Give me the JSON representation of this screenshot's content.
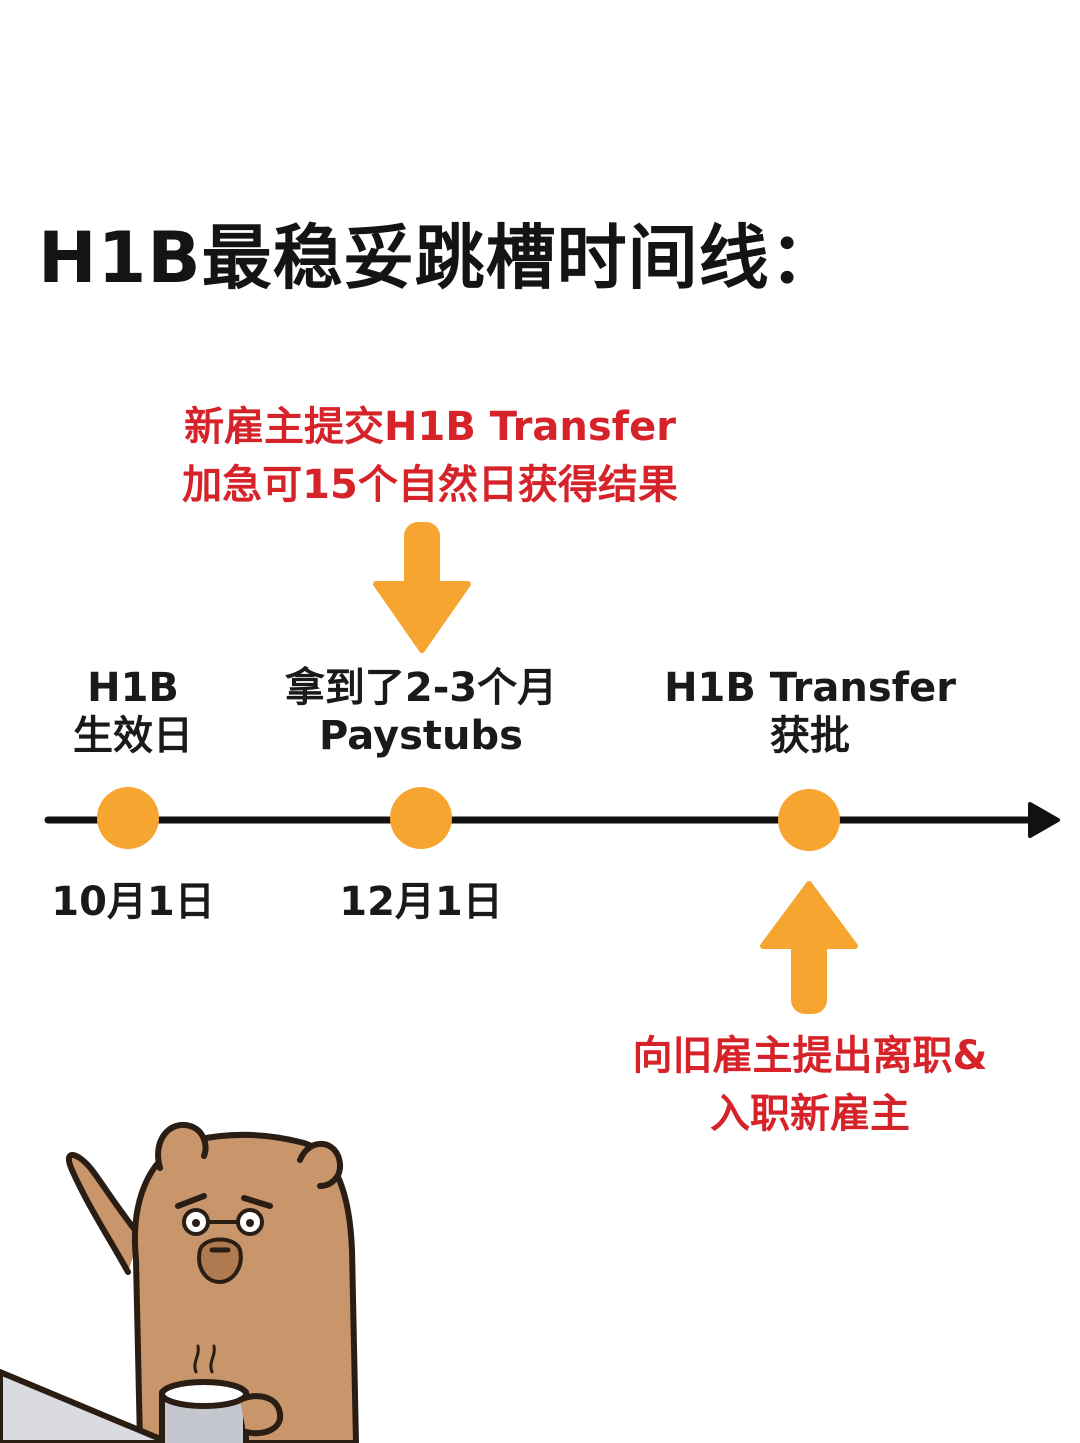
{
  "title": "H1B最稳妥跳槽时间线：",
  "top_note": {
    "line1": "新雇主提交H1B Transfer",
    "line2": "加急可15个自然日获得结果"
  },
  "bottom_note": {
    "line1": "向旧雇主提出离职&",
    "line2": "入职新雇主"
  },
  "timeline": {
    "events": [
      {
        "label_line1": "H1B",
        "label_line2": "生效日",
        "date": "10月1日"
      },
      {
        "label_line1": "拿到了2-3个月",
        "label_line2": "Paystubs",
        "date": "12月1日"
      },
      {
        "label_line1": "H1B Transfer",
        "label_line2": "获批",
        "date": ""
      }
    ]
  },
  "colors": {
    "accent_orange": "#f7a531",
    "note_red": "#d6232a",
    "axis": "#111111",
    "bear_fill": "#c8966a"
  },
  "illustration": "bear-with-mug"
}
